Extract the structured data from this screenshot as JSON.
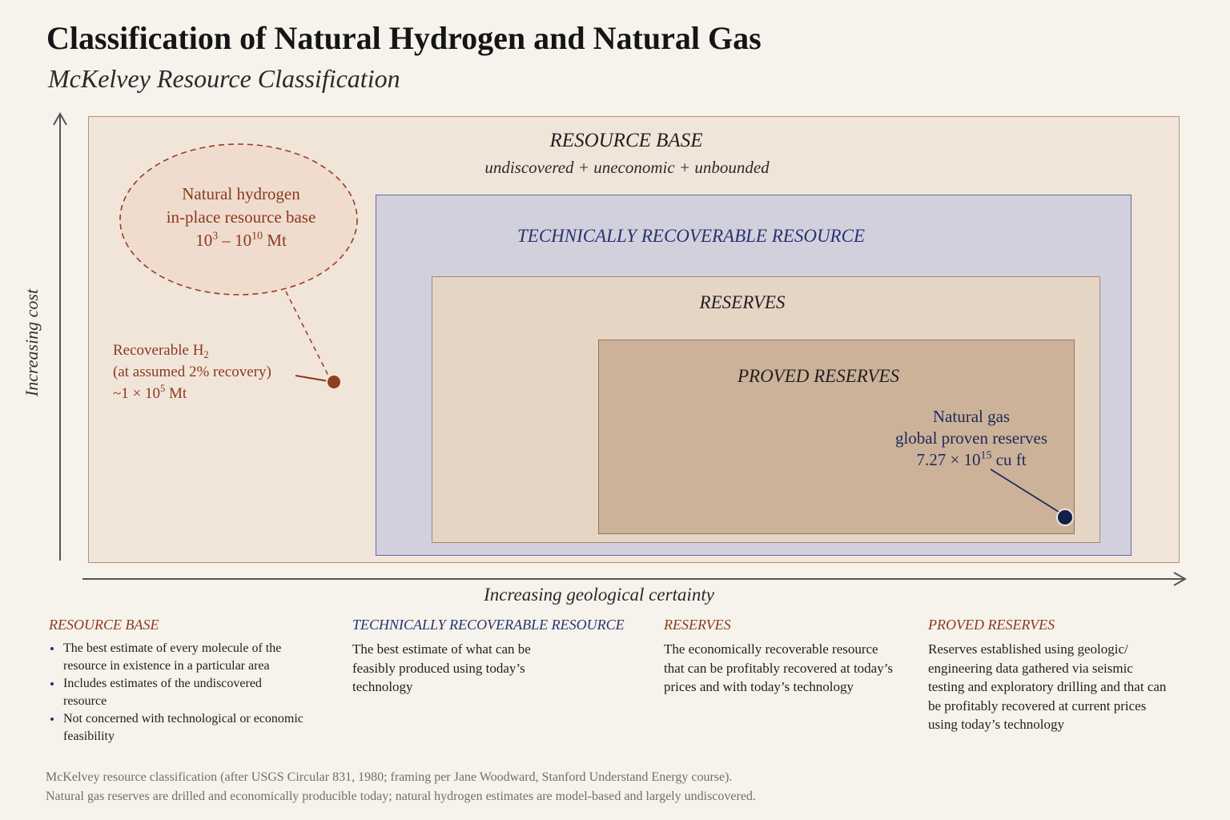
{
  "header": {
    "title": "Classification of Natural Hydrogen and Natural Gas",
    "subtitle": "McKelvey Resource Classification"
  },
  "axes": {
    "y_label": "Increasing cost",
    "x_label": "Increasing geological certainty"
  },
  "diagram": {
    "resource_base": {
      "title": "RESOURCE BASE",
      "subtitle": "undiscovered + uneconomic + unbounded"
    },
    "technically_recoverable": {
      "title": "TECHNICALLY RECOVERABLE RESOURCE"
    },
    "reserves": {
      "title": "RESERVES"
    },
    "proved_reserves": {
      "title": "PROVED RESERVES"
    },
    "hydrogen_in_place": {
      "line1": "Natural hydrogen",
      "line2": "in-place resource base",
      "base1": "10",
      "exp1": "3",
      "dash": " – ",
      "base2": "10",
      "exp2": "10",
      "unit": " Mt"
    },
    "hydrogen_recoverable": {
      "line1_prefix": "Recoverable H",
      "line1_sub": "2",
      "line2": "(at assumed 2% recovery)",
      "prefix": "~1 × 10",
      "exp": "5",
      "unit": " Mt"
    },
    "natural_gas": {
      "line1": "Natural gas",
      "line2": "global proven reserves",
      "prefix": "7.27 × 10",
      "exp": "15",
      "unit": " cu ft"
    }
  },
  "definitions": {
    "resource_base": {
      "heading": "RESOURCE BASE",
      "bullets": [
        "The best estimate of every molecule of the resource in existence in a particular area",
        "Includes estimates of the undiscovered resource",
        "Not concerned with technological or economic feasibility"
      ]
    },
    "technically_recoverable": {
      "heading": "TECHNICALLY RECOVERABLE RESOURCE",
      "body": "The best estimate of what can be feasibly produced using today’s technology"
    },
    "reserves": {
      "heading": "RESERVES",
      "body": "The economically recoverable resource that can be profitably recovered at today’s prices and with today’s technology"
    },
    "proved_reserves": {
      "heading": "PROVED RESERVES",
      "body": "Reserves established using geologic/ engineering data gathered via seismic testing and exploratory drilling and that can be profitably recovered at current prices using today’s technology"
    }
  },
  "footnotes": {
    "line1": "McKelvey resource classification (after USGS Circular 831, 1980; framing per Jane Woodward, Stanford Understand Energy course).",
    "line2": "Natural gas reserves are drilled and economically producible today; natural hydrogen estimates are model-based and largely undiscovered."
  },
  "colors": {
    "hydrogen": "#8a3a1c",
    "natural_gas": "#1c2a5a",
    "trr_heading": "#26336e",
    "resource_base_fill": "#f1e5da",
    "trr_fill": "#d3d0de",
    "reserves_fill": "#e5d5c5",
    "proved_fill": "#cdb29a"
  }
}
